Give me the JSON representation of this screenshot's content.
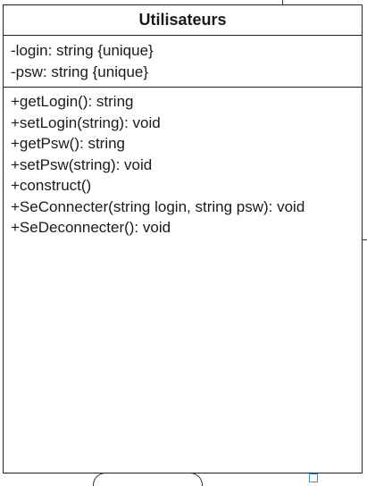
{
  "class_box": {
    "title": "Utilisateurs",
    "attributes": [
      "-login: string {unique}",
      "-psw: string {unique}"
    ],
    "methods": [
      "+getLogin(): string",
      "+setLogin(string): void",
      "+getPsw(): string",
      "+setPsw(string): void",
      "+construct()",
      "+SeConnecter(string login, string psw): void",
      "+SeDeconnecter(): void"
    ]
  }
}
